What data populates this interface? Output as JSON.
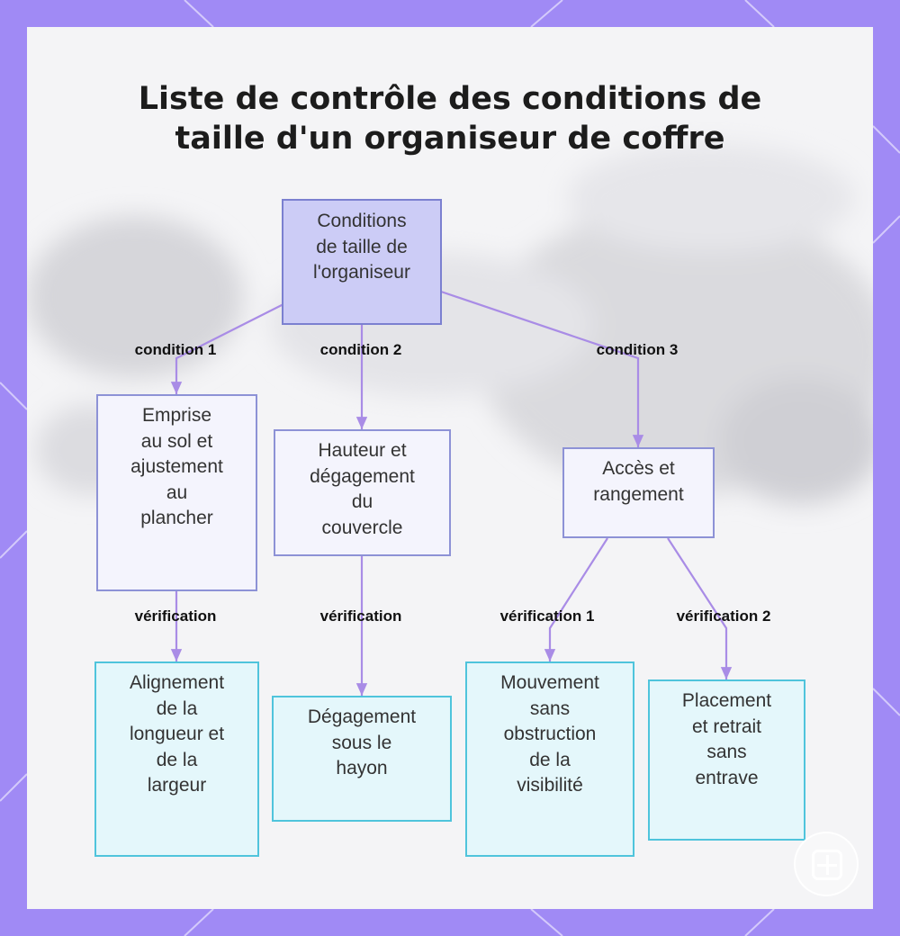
{
  "title": {
    "line1": "Liste de contrôle des conditions de",
    "line2": "taille d'un organiseur de coffre"
  },
  "colors": {
    "frame": "#a08af5",
    "root_fill": "#ccccf6",
    "mid_fill": "#f4f4fd",
    "leaf_fill": "#e4f7fb",
    "leaf_border": "#4fc4dc",
    "connector": "#a98ce6"
  },
  "nodes": {
    "root": [
      "Conditions",
      "de taille de",
      "l'organiseur"
    ],
    "footprint": [
      "Emprise",
      "au sol et",
      "ajustement",
      "au",
      "plancher"
    ],
    "lid": [
      "Hauteur et",
      "dégagement",
      "du",
      "couvercle"
    ],
    "access": [
      "Accès et",
      "rangement"
    ],
    "length_width": [
      "Alignement",
      "de la",
      "longueur et",
      "de la",
      "largeur"
    ],
    "tailgate": [
      "Dégagement",
      "sous le",
      "hayon"
    ],
    "visibility": [
      "Mouvement",
      "sans",
      "obstruction",
      "de la",
      "visibilité"
    ],
    "placement": [
      "Placement",
      "et retrait",
      "sans",
      "entrave"
    ]
  },
  "edges": {
    "condition_1": "condition 1",
    "condition_2": "condition 2",
    "condition_3": "condition 3",
    "verification_footprint": "vérification",
    "verification_lid": "vérification",
    "verification_1": "vérification 1",
    "verification_2": "vérification 2"
  },
  "logo": {
    "icon": "grid-logo-icon"
  }
}
